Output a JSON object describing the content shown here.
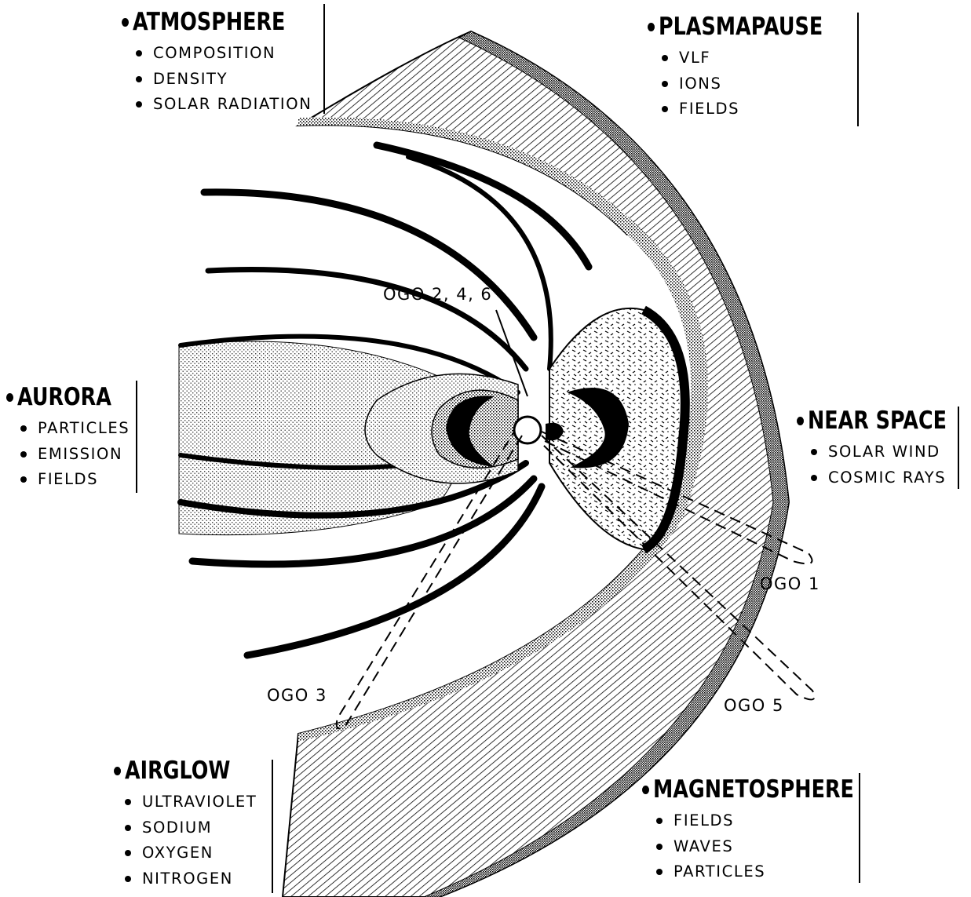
{
  "categories": {
    "atmosphere": {
      "title": "ATMOSPHERE",
      "items": [
        "COMPOSITION",
        "DENSITY",
        "SOLAR RADIATION"
      ]
    },
    "plasmapause": {
      "title": "PLASMAPAUSE",
      "items": [
        "VLF",
        "IONS",
        "FIELDS"
      ]
    },
    "aurora": {
      "title": "AURORA",
      "items": [
        "PARTICLES",
        "EMISSION",
        "FIELDS"
      ]
    },
    "near_space": {
      "title": "NEAR SPACE",
      "items": [
        "SOLAR WIND",
        "COSMIC RAYS"
      ]
    },
    "airglow": {
      "title": "AIRGLOW",
      "items": [
        "ULTRAVIOLET",
        "SODIUM",
        "OXYGEN",
        "NITROGEN"
      ]
    },
    "magnetosphere": {
      "title": "MAGNETOSPHERE",
      "items": [
        "FIELDS",
        "WAVES",
        "PARTICLES"
      ]
    }
  },
  "satellites": {
    "ogo_246": "OGO 2, 4, 6",
    "ogo_1": "OGO 1",
    "ogo_3": "OGO 3",
    "ogo_5": "OGO 5"
  }
}
